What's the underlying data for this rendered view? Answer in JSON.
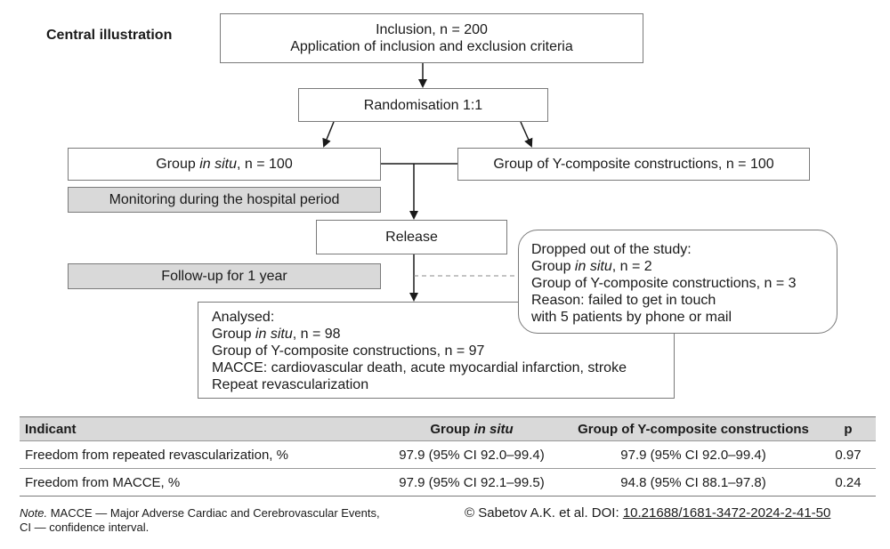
{
  "title": "Central illustration",
  "flow": {
    "inclusion_line1": "Inclusion, n = 200",
    "inclusion_line2": "Application of inclusion and exclusion criteria",
    "randomisation": "Randomisation 1:1",
    "group_insitu_prefix": "Group ",
    "group_insitu_italic": "in situ",
    "group_insitu_suffix": ", n = 100",
    "group_y": "Group of Y-composite constructions, n = 100",
    "monitoring": "Monitoring during the hospital period",
    "release": "Release",
    "followup": "Follow-up for 1 year",
    "dropped": {
      "heading": "Dropped out of the study:",
      "insitu_prefix": "Group ",
      "insitu_italic": "in situ",
      "insitu_suffix": ", n = 2",
      "y_group": "Group of Y-composite constructions, n = 3",
      "reason1": "Reason: failed to get in touch",
      "reason2": "with 5 patients by phone or mail"
    },
    "analysed": {
      "heading": "Analysed:",
      "insitu_prefix": "Group ",
      "insitu_italic": "in situ",
      "insitu_suffix": ", n = 98",
      "y_group": "Group of Y-composite constructions, n = 97",
      "macce": "MACCE: cardiovascular death, acute myocardial infarction, stroke",
      "repeat": "Repeat revascularization"
    }
  },
  "table": {
    "headers": {
      "indicant": "Indicant",
      "insitu_prefix": "Group ",
      "insitu_italic": "in situ",
      "y_group": "Group of Y-composite constructions",
      "p": "p"
    },
    "rows": [
      {
        "indicant": "Freedom from repeated revascularization, %",
        "insitu": "97.9 (95% CI 92.0–99.4)",
        "y_group": "97.9 (95% CI 92.0–99.4)",
        "p": "0.97"
      },
      {
        "indicant": "Freedom from MACCE, %",
        "insitu": "97.9 (95% CI 92.1–99.5)",
        "y_group": "94.8 (95% CI 88.1–97.8)",
        "p": "0.24"
      }
    ]
  },
  "note": {
    "label": "Note.",
    "line1": " MACCE — Major Adverse Cardiac and Cerebrovascular Events,",
    "line2": "CI — confidence interval."
  },
  "citation": {
    "prefix": "© Sabetov A.K. et al. DOI: ",
    "doi": "10.21688/1681-3472-2024-2-41-50"
  },
  "colors": {
    "box_border": "#7a7a7a",
    "gray_fill": "#d9d9d9",
    "text": "#1a1a1a"
  }
}
